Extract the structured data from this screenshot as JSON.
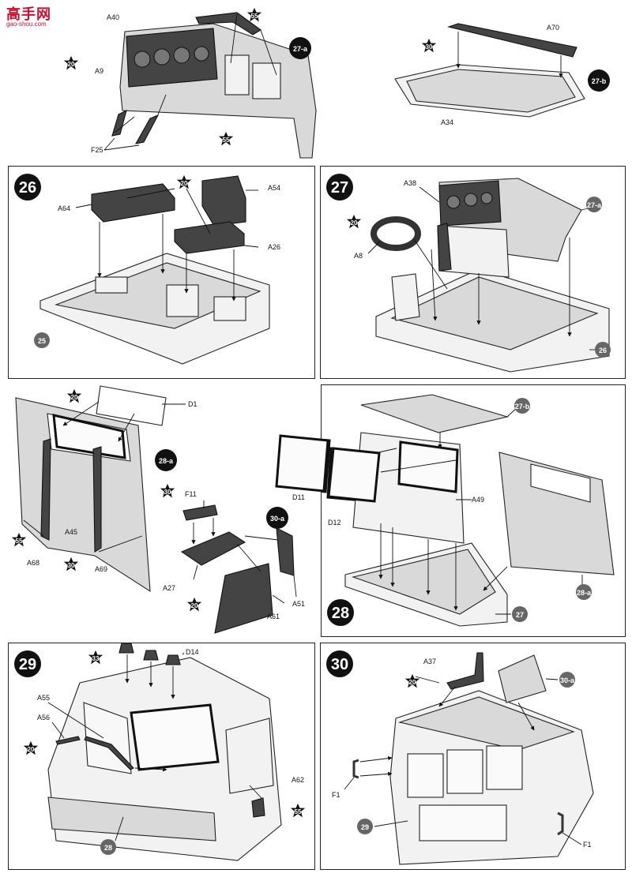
{
  "watermark": {
    "title": "高手网",
    "url": "gao-shou.com"
  },
  "colors": {
    "dark_part": "#444444",
    "light_part": "#f2f2f2",
    "star": "#111111",
    "marker": "#666666"
  },
  "top_strip": {
    "assembly_27a": {
      "ref": "27-a",
      "labels": {
        "a40": "A40",
        "a9": "A9",
        "f25": "F25"
      },
      "paint": {
        "s55_top": "55",
        "s20": "20",
        "s55_bottom": "55"
      }
    },
    "assembly_27b": {
      "ref": "27-b",
      "labels": {
        "a70": "A70",
        "a34": "A34"
      },
      "paint": {
        "s30": "30"
      }
    }
  },
  "steps": {
    "s26": {
      "number": "26",
      "labels": {
        "a64": "A64",
        "a54": "A54",
        "a26": "A26"
      },
      "paint": {
        "s20": "20"
      },
      "marker": "25"
    },
    "s27": {
      "number": "27",
      "labels": {
        "a38": "A38",
        "a8": "A8"
      },
      "paint": {
        "s20": "20"
      },
      "ref": "27-a",
      "marker": "26"
    },
    "s28a": {
      "ref": "28-a",
      "labels": {
        "d1": "D1",
        "a45": "A45",
        "a68": "A68",
        "a69": "A69"
      },
      "paint": {
        "s20": "20",
        "s30_right": "30",
        "s55": "55",
        "s30_bottom": "30"
      }
    },
    "s30a": {
      "ref": "30-a",
      "labels": {
        "f11": "F11",
        "a27": "A27",
        "a61": "A61",
        "a51": "A51"
      },
      "paint": {
        "s20": "20"
      }
    },
    "s28": {
      "number": "28",
      "labels": {
        "d11": "D11",
        "d12": "D12",
        "a49": "A49"
      },
      "ref_top": "27-b",
      "ref_right": "28-a",
      "marker": "27"
    },
    "s29": {
      "number": "29",
      "labels": {
        "d14": "D14",
        "a55": "A55",
        "a56": "A56",
        "a62": "A62"
      },
      "paint": {
        "s33": "33",
        "s20": "20",
        "s55": "55"
      },
      "marker": "28"
    },
    "s30": {
      "number": "30",
      "labels": {
        "a37": "A37",
        "f1_left": "F1",
        "f1_right": "F1"
      },
      "paint": {
        "s20": "20"
      },
      "ref": "30-a",
      "marker": "29"
    }
  },
  "icons": {
    "paint_star": "paint-star-icon",
    "step_circle": "step-number-circle-icon",
    "sub_ref": "subassembly-ref-circle-icon",
    "component_marker": "component-marker-circle-icon"
  }
}
